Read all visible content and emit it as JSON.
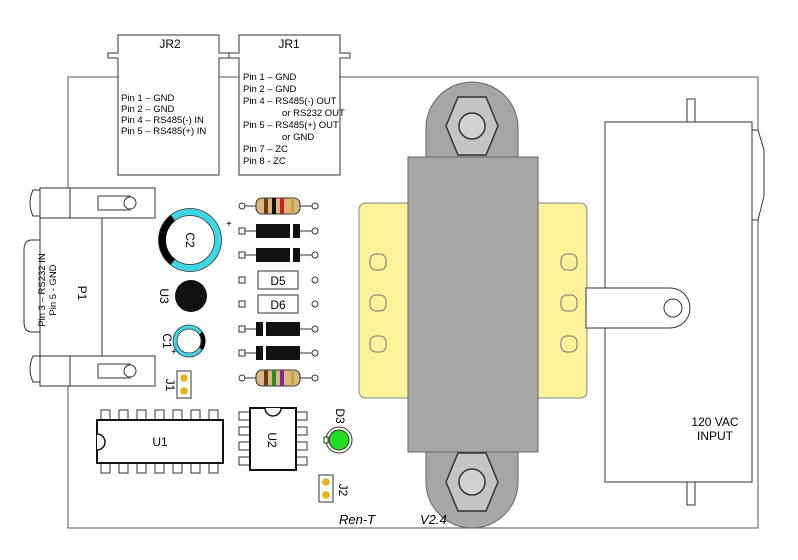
{
  "connectors": {
    "jr2": {
      "label": "JR2",
      "pins": [
        "Pin 1 – GND",
        "Pin 2 – GND",
        "Pin 4 – RS485(-) IN",
        "Pin 5 – RS485(+) IN"
      ]
    },
    "jr1": {
      "label": "JR1",
      "pins": [
        "Pin 1 – GND",
        "Pin 2 – GND",
        "Pin 4 – RS485(-) OUT",
        "or RS232 OUT",
        "Pin 5 – RS485(+) OUT",
        "or GND",
        "Pin 7 – ZC",
        "Pin 8 - ZC"
      ]
    },
    "p1": {
      "label": "P1",
      "pins": [
        "Pin 3 – RS232 IN",
        "Pin 5 - GND"
      ]
    },
    "power": {
      "line1": "120 VAC",
      "line2": "INPUT"
    }
  },
  "components": {
    "c2": "C2",
    "c1": "C1",
    "u3": "U3",
    "d5": "D5",
    "d6": "D6",
    "j1": "J1",
    "j2": "J2",
    "u1": "U1",
    "u2": "U2",
    "d3": "D3",
    "plus": "+"
  },
  "footer": {
    "brand": "Ren-T",
    "version": "V2.4"
  },
  "colors": {
    "board_outline": "#444444",
    "transformer_core": "#a6a6a6",
    "transformer_coil": "#fbf29a",
    "capacitor_ring": "#3fd6e6",
    "led": "#22dd22",
    "jumper_pin": "#e8b21a",
    "diode_body": "#111111"
  }
}
